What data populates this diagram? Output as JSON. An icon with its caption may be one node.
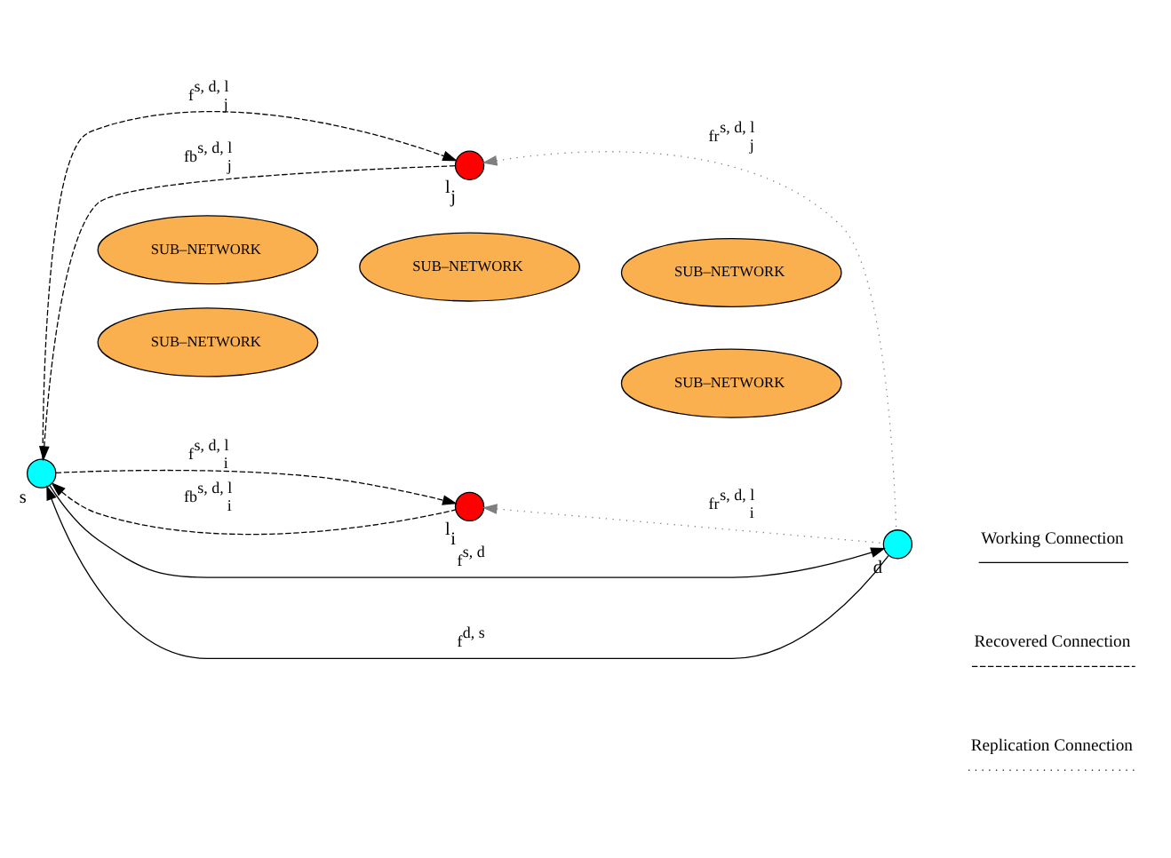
{
  "diagram": {
    "nodes": [
      {
        "text": [],
        "shape": "circle",
        "beside": [
          "l$_{i}$"
        ]
      },
      {
        "text": [
          "SUB–NETWORK"
        ]
      },
      {
        "text": [
          "SUB–NETWORK"
        ]
      },
      {
        "text": [],
        "shape": "circle",
        "beside": [
          "s"
        ]
      },
      {
        "text": [
          "SUB–NETWORK"
        ]
      },
      {
        "text": [],
        "shape": "circle",
        "beside": [
          "d"
        ]
      },
      {
        "text": [
          "SUB–NETWORK"
        ]
      },
      {
        "text": [
          "SUB–NETWORK"
        ]
      },
      {
        "text": [],
        "shape": "circle",
        "beside": [
          "l$_{j}$"
        ]
      }
    ],
    "edges": [
      {
        "from": 3,
        "to": 5,
        "arrow": "to",
        "label": "f$^{s, d}$"
      },
      {
        "from": 5,
        "to": 3,
        "arrow": "to",
        "label": "f$^{d, s}$"
      },
      {
        "from": 3,
        "to": 0,
        "arrow": "to",
        "style": "dashed",
        "label": "f$^{s, d, l}$$_{i}$"
      },
      {
        "from": 0,
        "to": 3,
        "arrow": "to",
        "style": "dashed",
        "label": "fb$^{s, d, l}$$_{i}$"
      },
      {
        "from": 5,
        "to": 0,
        "arrow": "to",
        "style": "dashed",
        "color": "#7f7f7f",
        "label": "fr$^{s, d, l}$$_{i}$"
      },
      {
        "from": 3,
        "to": 8,
        "arrow": "to",
        "style": "dashed",
        "label": "f$^{s, d, l}$$_{j}$"
      },
      {
        "from": 8,
        "to": 3,
        "arrow": "to",
        "style": "dashed",
        "label": "fb$^{s, d, l}$$_{j}$"
      },
      {
        "from": 5,
        "to": 8,
        "arrow": "to",
        "style": "dashed",
        "color": "#7f7f7f",
        "label": "fr$^{s, d, l}$$_{j}$"
      }
    ],
    "legend": [
      {
        "text": "Working Connection"
      },
      {
        "text": "Recovered Connection"
      },
      {
        "text": "Replication Connection"
      }
    ]
  }
}
